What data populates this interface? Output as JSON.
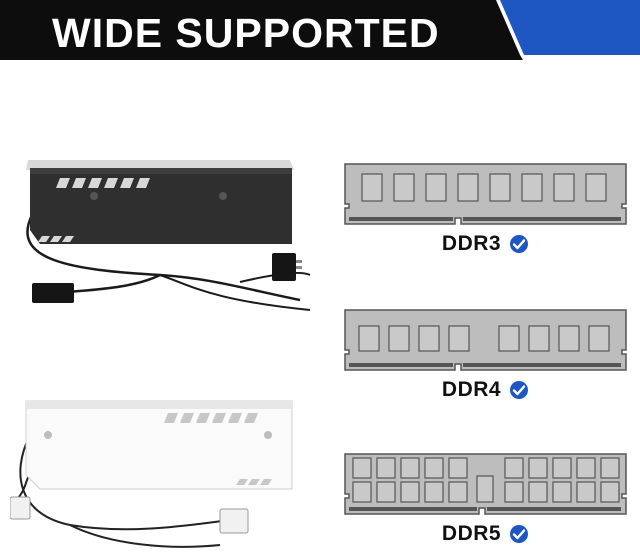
{
  "banner": {
    "title": "WIDE SUPPORTED",
    "colors": {
      "black": "#0d0d0d",
      "blue": "#1f57c2"
    }
  },
  "products": [
    {
      "name": "black-heatsink",
      "color": "#2b2b2b"
    },
    {
      "name": "white-heatsink",
      "color": "#f4f4f4"
    }
  ],
  "memory_types": [
    {
      "label": "DDR3",
      "check_icon": "check-circle-icon"
    },
    {
      "label": "DDR4",
      "check_icon": "check-circle-icon"
    },
    {
      "label": "DDR5",
      "check_icon": "check-circle-icon"
    }
  ],
  "colors": {
    "check": "#1f57c2",
    "module": "#bdbdbd",
    "module_border": "#555555"
  }
}
